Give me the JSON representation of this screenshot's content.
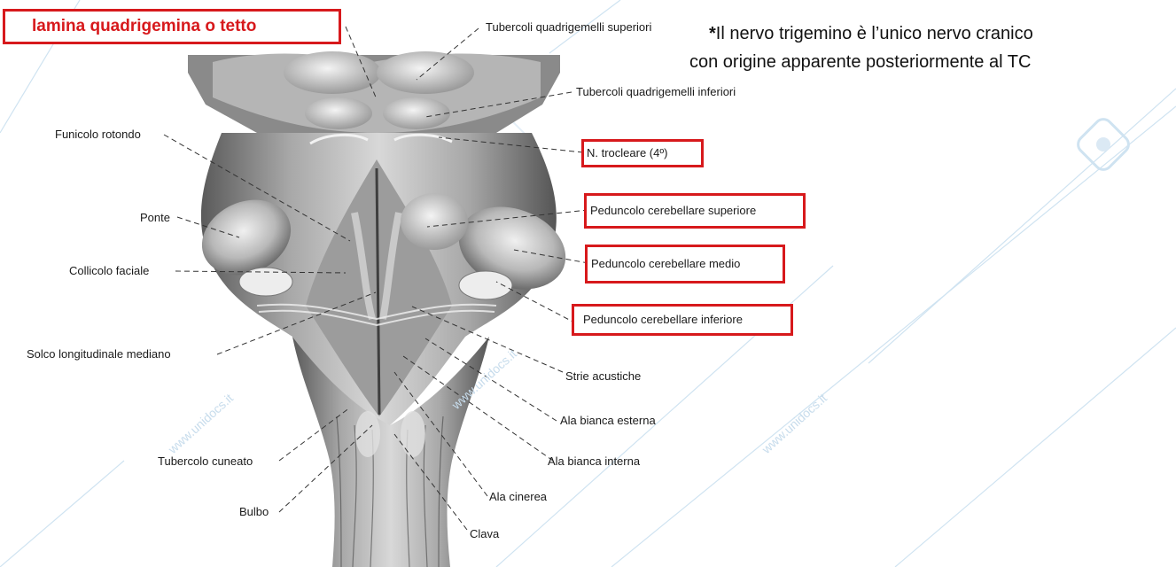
{
  "title_box": {
    "text": "lamina quadrigemina o tetto"
  },
  "note": {
    "asterisk": "*",
    "line1": "Il nervo trigemino è l’unico nervo cranico",
    "line2": "con origine apparente posteriormente al TC"
  },
  "labels_left": {
    "funicolo_rotondo": "Funicolo rotondo",
    "ponte": "Ponte",
    "collicolo_faciale": "Collicolo faciale",
    "solco_longitudinale_mediano": "Solco longitudinale mediano",
    "tubercolo_cuneato": "Tubercolo cuneato",
    "bulbo": "Bulbo"
  },
  "labels_right": {
    "tubercoli_quadrigemelli_superiori": "Tubercoli quadrigemelli superiori",
    "tubercoli_quadrigemelli_inferiori": "Tubercoli quadrigemelli inferiori",
    "n_trocleare": "N. trocleare (4º)",
    "peduncolo_cerebellare_superiore": "Peduncolo cerebellare superiore",
    "peduncolo_cerebellare_medio": "Peduncolo cerebellare medio",
    "peduncolo_cerebellare_inferiore": "Peduncolo cerebellare inferiore",
    "strie_acustiche": "Strie acustiche",
    "ala_bianca_esterna": "Ala bianca esterna",
    "ala_bianca_interna": "Ala bianca interna",
    "ala_cinerea": "Ala cinerea",
    "clava": "Clava"
  },
  "watermarks": [
    "www.unidocs.it",
    "www.unidocs.it",
    "www.unidocs.it"
  ],
  "colors": {
    "highlight_box": "#d7191c",
    "tissue_light": "#dcdcdc",
    "tissue_dark": "#6e6e6e",
    "watermark": "#b9d6ea"
  }
}
